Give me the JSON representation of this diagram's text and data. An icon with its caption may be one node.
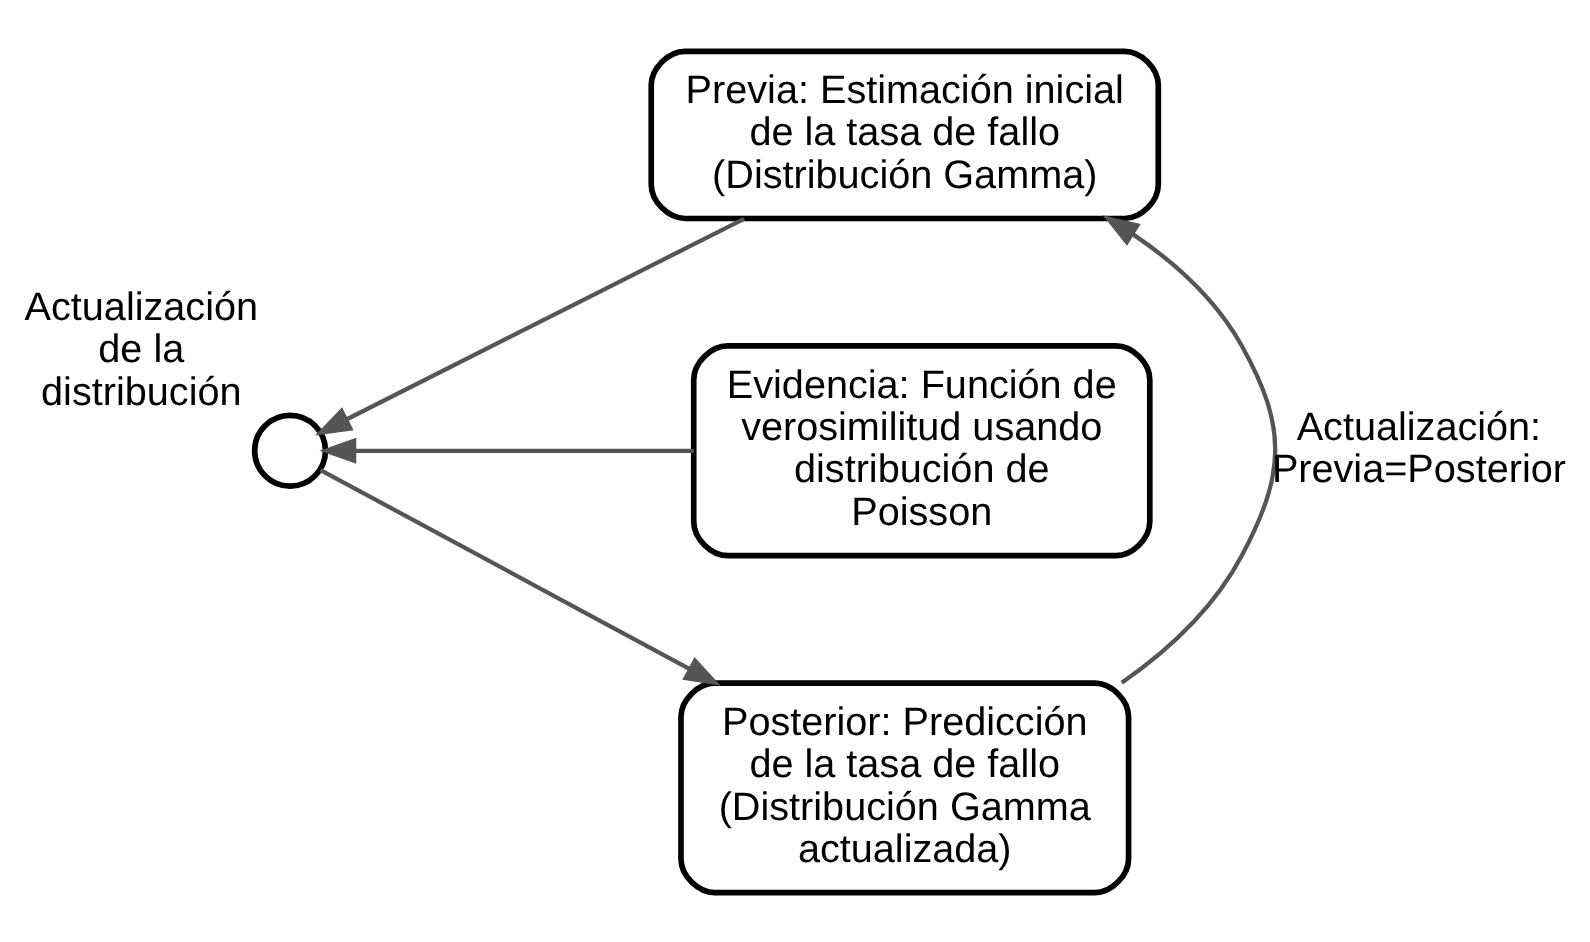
{
  "diagram": {
    "nodes": [
      {
        "text": [
          "Previa: Estimación inicial de la tasa de fallo (Distribución Gamma)"
        ]
      },
      {
        "text": [],
        "shape": "circle",
        "beside": [
          "Actualización de la distribución"
        ]
      },
      {
        "text": [
          "Evidencia: Función de verosimilitud usando distribución de Poisson"
        ]
      },
      {
        "text": [
          "Posterior: Predicción de la tasa de fallo (Distribución Gamma actualizada)"
        ]
      }
    ],
    "edges": [
      {
        "from": 0,
        "to": 1,
        "arrow": "to"
      },
      {
        "from": 2,
        "to": 1,
        "arrow": "to"
      },
      {
        "from": 1,
        "to": 3,
        "arrow": "to"
      },
      {
        "from": 3,
        "to": 0,
        "arrow": "to",
        "label": "Actualización: Previa=Posterior"
      }
    ]
  }
}
